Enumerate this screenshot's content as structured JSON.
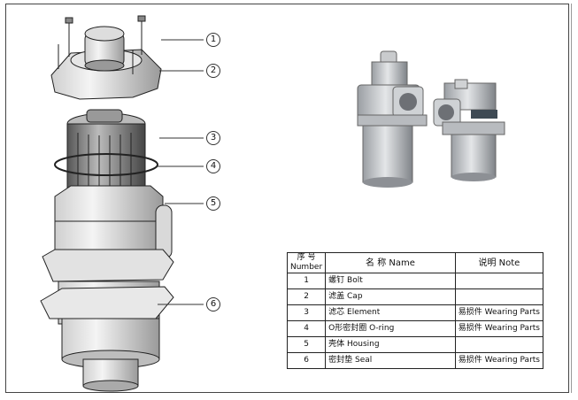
{
  "callouts": [
    "1",
    "2",
    "3",
    "4",
    "5",
    "6"
  ],
  "table": {
    "header": {
      "number_cn": "序 号",
      "number_en": "Number",
      "name": "名 称 Name",
      "note": "说明 Note"
    },
    "rows": [
      {
        "num": "1",
        "name": "螺钉   Bolt",
        "note": ""
      },
      {
        "num": "2",
        "name": "滤盖   Cap",
        "note": ""
      },
      {
        "num": "3",
        "name": "滤芯   Element",
        "note": "易损件 Wearing Parts"
      },
      {
        "num": "4",
        "name": "O形密封圈   O-ring",
        "note": "易损件 Wearing Parts"
      },
      {
        "num": "5",
        "name": "壳体   Housing",
        "note": ""
      },
      {
        "num": "6",
        "name": "密封垫   Seal",
        "note": "易损件 Wearing Parts"
      }
    ]
  }
}
